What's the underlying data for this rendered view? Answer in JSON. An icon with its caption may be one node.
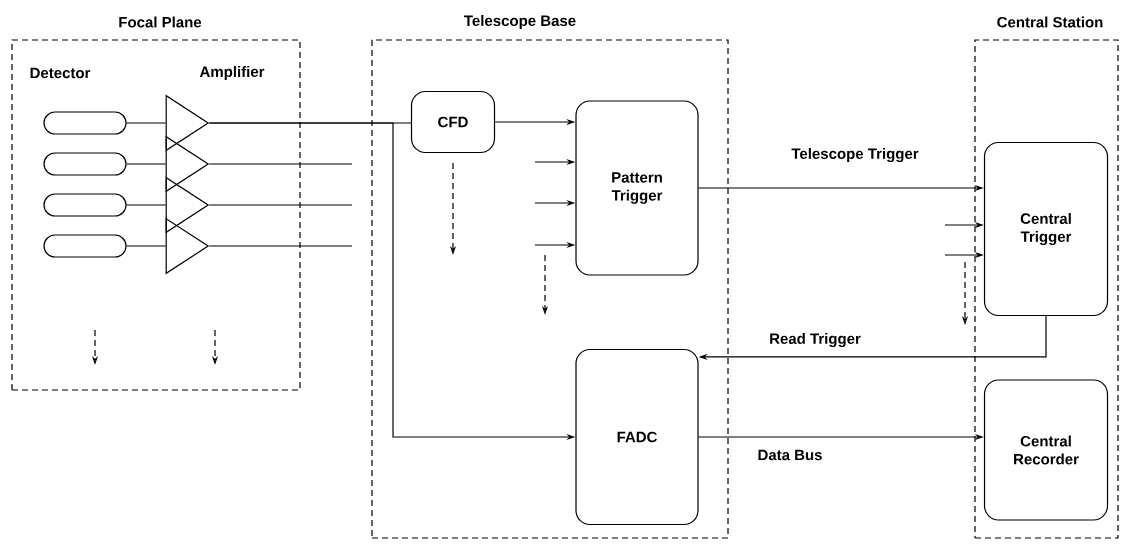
{
  "diagram": {
    "nodes": [
      {
        "text": [
          "Focal Plane"
        ]
      },
      {
        "text": [],
        "shape": "box",
        "in": 0
      },
      {
        "text": [],
        "shape": "box",
        "in": 0
      },
      {
        "text": [],
        "shape": "box",
        "in": 0
      },
      {
        "text": [],
        "shape": "box",
        "in": 0
      },
      {
        "text": [],
        "shape": "triangle",
        "in": 0
      },
      {
        "text": [],
        "shape": "triangle",
        "in": 0
      },
      {
        "text": [],
        "shape": "triangle",
        "in": 0
      },
      {
        "text": [],
        "shape": "triangle",
        "in": 0
      },
      {
        "text": [
          "Telescope Base"
        ]
      },
      {
        "text": [
          "CFD"
        ],
        "in": 9
      },
      {
        "text": [
          "Pattern Trigger"
        ],
        "in": 9
      },
      {
        "text": [
          "FADC"
        ],
        "in": 9
      },
      {
        "text": [
          "Central Station"
        ]
      },
      {
        "text": [
          "Central Trigger"
        ],
        "in": 13
      },
      {
        "text": [
          "Central Recorder"
        ],
        "in": 13
      }
    ],
    "edges": [
      {
        "from": 1,
        "to": 5,
        "arrow": "none"
      },
      {
        "from": 2,
        "to": 6,
        "arrow": "none"
      },
      {
        "from": 3,
        "to": 7,
        "arrow": "none"
      },
      {
        "from": 4,
        "to": 8,
        "arrow": "none"
      },
      {
        "from": 5,
        "to": 10,
        "arrow": "none"
      },
      {
        "from": 5,
        "to": 12,
        "arrow": "to"
      },
      {
        "from": 6,
        "to": null,
        "arrow": "none"
      },
      {
        "from": 7,
        "to": null,
        "arrow": "none"
      },
      {
        "from": 8,
        "to": null,
        "arrow": "none"
      },
      {
        "from": 10,
        "to": 11,
        "arrow": "to"
      },
      {
        "from": null,
        "to": 11,
        "arrow": "to"
      },
      {
        "from": null,
        "to": 11,
        "arrow": "to"
      },
      {
        "from": null,
        "to": 11,
        "arrow": "to"
      },
      {
        "from": 11,
        "to": 14,
        "arrow": "to",
        "label": "Telescope Trigger"
      },
      {
        "from": null,
        "to": 14,
        "arrow": "to"
      },
      {
        "from": null,
        "to": 14,
        "arrow": "to"
      },
      {
        "from": 14,
        "to": 12,
        "arrow": "to",
        "label": "Read Trigger"
      },
      {
        "from": 12,
        "to": 15,
        "arrow": "to",
        "label": "Data Bus"
      }
    ],
    "labels": [
      "Detector",
      "Amplifier"
    ]
  }
}
